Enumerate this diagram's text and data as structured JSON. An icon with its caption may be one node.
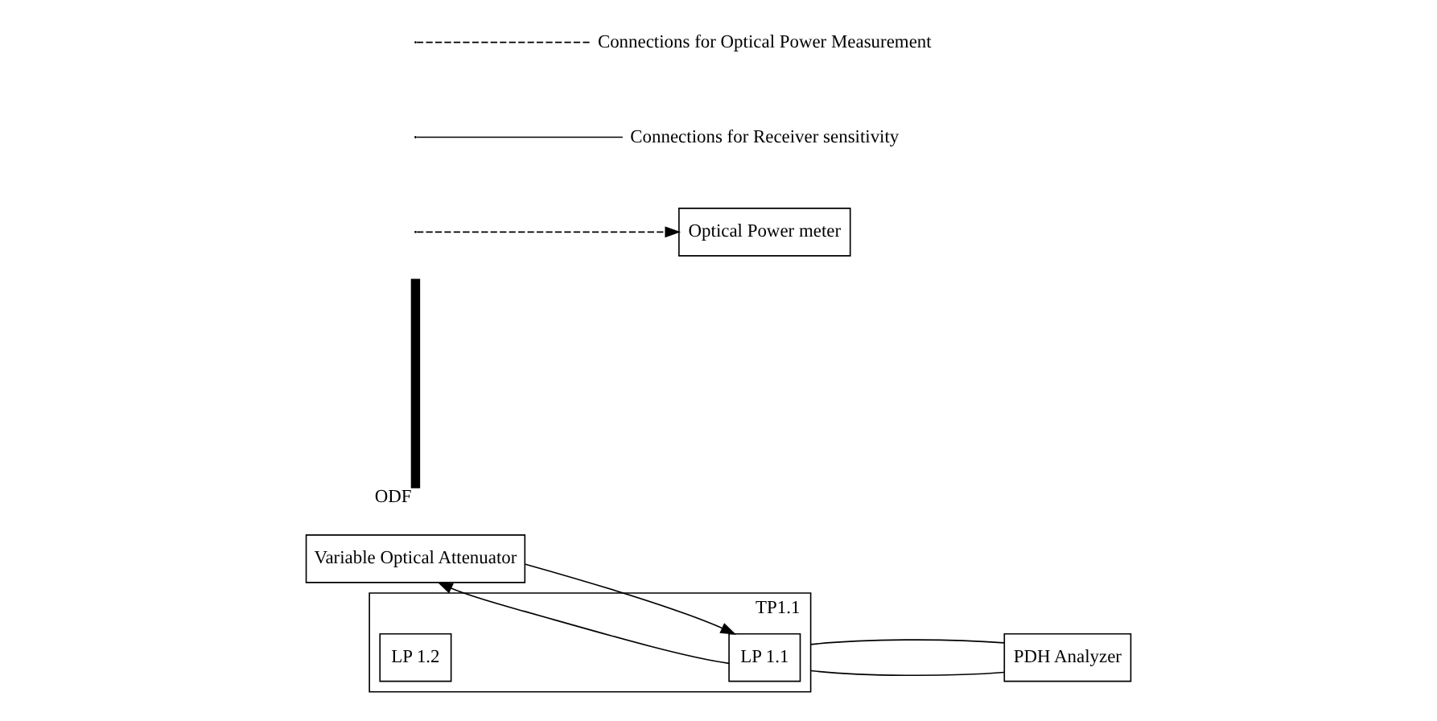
{
  "diagram": {
    "nodes": [
      {
        "text": [
          "Variable Optical Attenuator"
        ]
      },
      {
        "text": [],
        "shape": "bar",
        "beside": [
          "ODF"
        ]
      },
      {
        "text": [
          "TP1.1"
        ]
      },
      {
        "text": [
          "LP 1.1"
        ],
        "in": 2
      },
      {
        "text": [
          "LP 1.2"
        ],
        "in": 2
      },
      {
        "text": [
          "PDH Analyzer"
        ]
      },
      {
        "text": [
          "Optical Power meter"
        ]
      }
    ],
    "edges": [
      {
        "from": 3,
        "to": 0,
        "arrow": "to"
      },
      {
        "from": 0,
        "to": 3,
        "arrow": "to"
      },
      {
        "from": null,
        "to": 6,
        "arrow": "to",
        "style": "dashed"
      },
      {
        "from": 2,
        "to": 5,
        "arrow": "none"
      },
      {
        "from": 2,
        "to": 5,
        "arrow": "none"
      }
    ],
    "legend": [
      {
        "text": "Connections for Optical Power Measurement"
      },
      {
        "text": "Connections for Receiver sensitivity"
      }
    ]
  }
}
